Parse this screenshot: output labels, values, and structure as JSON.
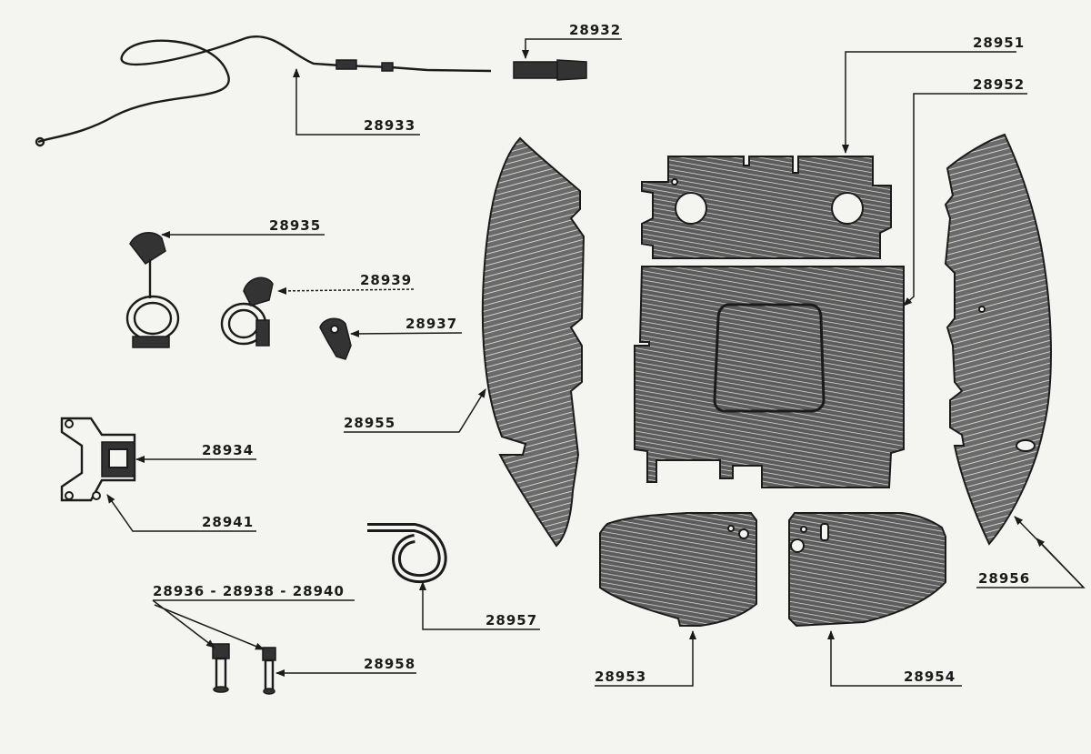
{
  "parts": {
    "p28932": "28932",
    "p28933": "28933",
    "p28951": "28951",
    "p28952": "28952",
    "p28935": "28935",
    "p28939": "28939",
    "p28937": "28937",
    "p28955": "28955",
    "p28934": "28934",
    "p28941": "28941",
    "p28936_38_40": "28936 - 28938 - 28940",
    "p28957": "28957",
    "p28958": "28958",
    "p28953": "28953",
    "p28954": "28954",
    "p28956": "28956"
  }
}
